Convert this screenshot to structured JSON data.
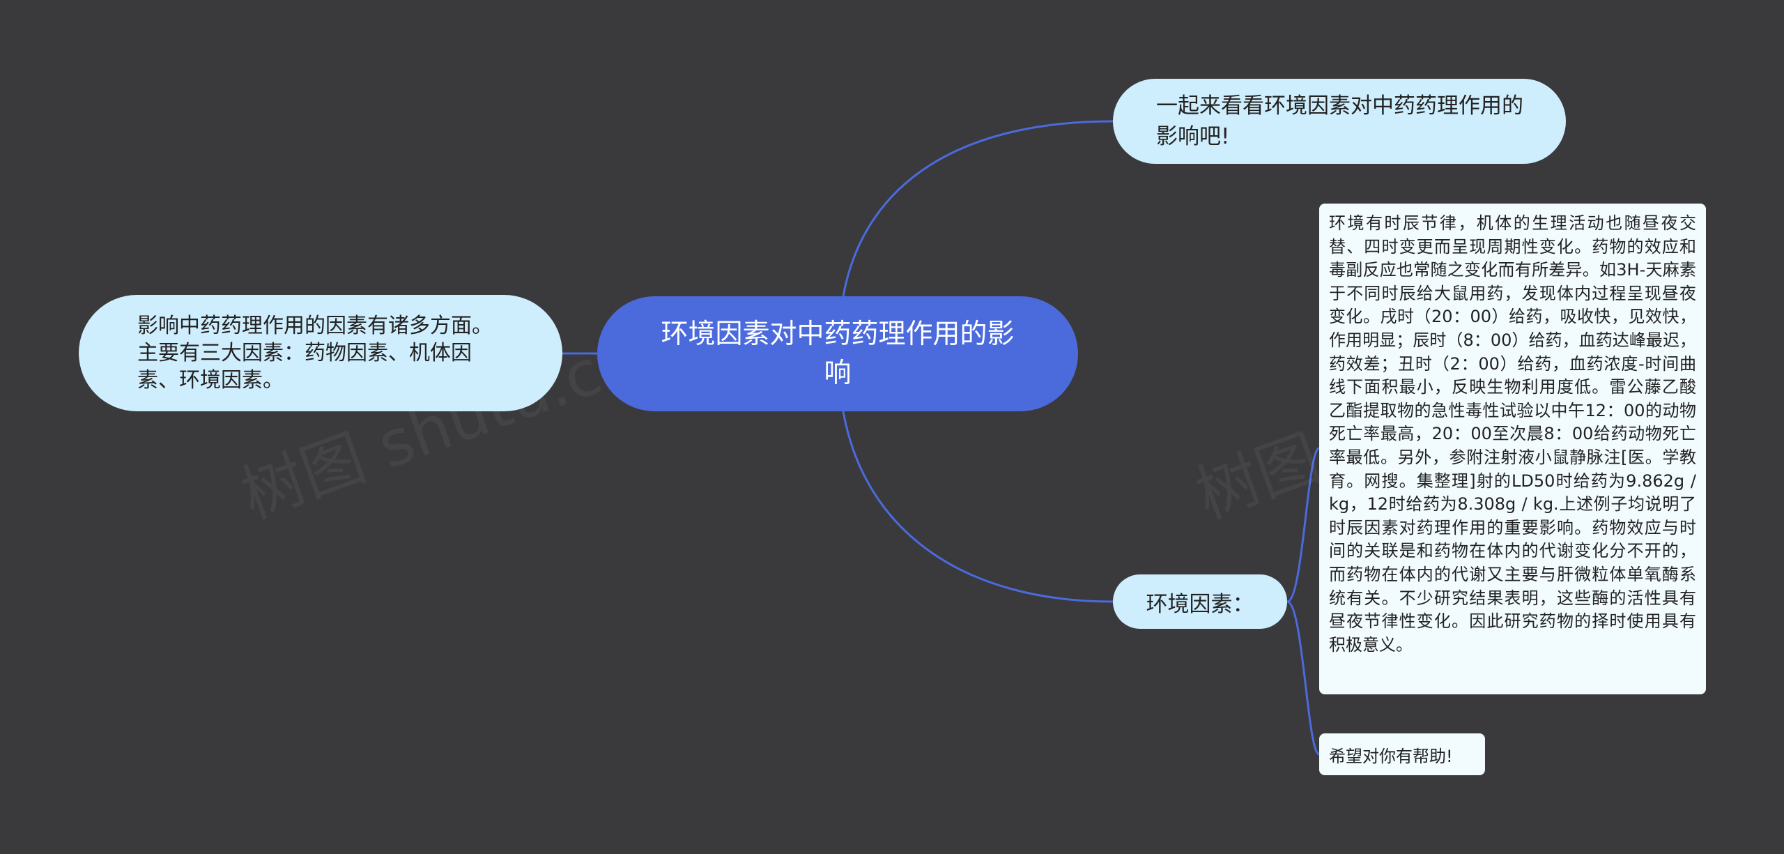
{
  "colors": {
    "background": "#3a393b",
    "root_fill": "#4b6bdc",
    "branch_fill": "#cfeefd",
    "leaf_fill": "#f2fcff",
    "connector": "#4b6bdc"
  },
  "mindmap": {
    "root": "环境因素对中药药理作用的影响",
    "left_branch": "影响中药药理作用的因素有诸多方面。主要有三大因素：药物因素、机体因素、环境因素。",
    "top_branch": "一起来看看环境因素对中药药理作用的影响吧!",
    "env_branch": "环境因素：",
    "env_detail": "环境有时辰节律，机体的生理活动也随昼夜交替、四时变更而呈现周期性变化。药物的效应和毒副反应也常随之变化而有所差异。如3H-天麻素于不同时辰给大鼠用药，发现体内过程呈现昼夜变化。戌时（20：00）给药，吸收快，见效快，作用明显；辰时（8：00）给药，血药达峰最迟，药效差；丑时（2：00）给药，血药浓度-时间曲线下面积最小，反映生物利用度低。雷公藤乙酸乙酯提取物的急性毒性试验以中午12：00的动物死亡率最高，20：00至次晨8：00给药动物死亡率最低。另外，参附注射液小鼠静脉注[医。学教育。网搜。集整理]射的LD50时给药为9.862g / kg，12时给药为8.308g / kg.上述例子均说明了时辰因素对药理作用的重要影响。药物效应与时间的关联是和药物在体内的代谢变化分不开的，而药物在体内的代谢又主要与肝微粒体单氧酶系统有关。不少研究结果表明，这些酶的活性具有昼夜节律性变化。因此研究药物的择时使用具有积极意义。",
    "env_end": "希望对你有帮助!"
  }
}
